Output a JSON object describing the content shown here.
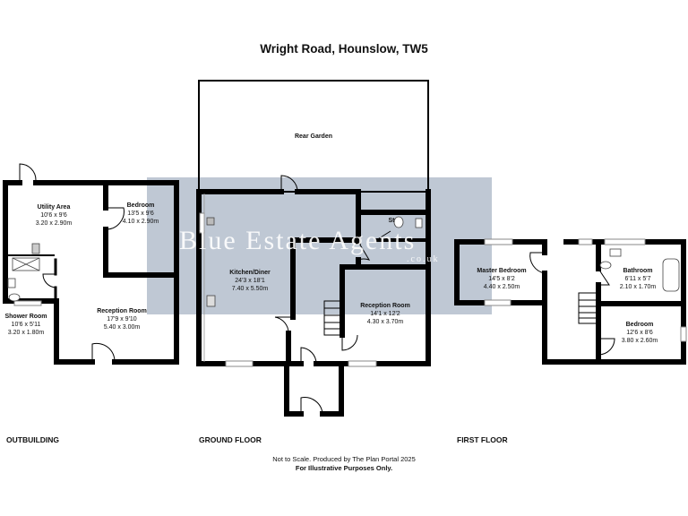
{
  "title": "Wright Road, Hounslow, TW5",
  "watermark": {
    "name": "Blue Estate Agents",
    "domain": ".co.uk",
    "color": "#a9b6c5"
  },
  "floors": {
    "outbuilding": {
      "label": "OUTBUILDING",
      "rooms": [
        {
          "name": "Utility Area",
          "imperial": "10'6 x 9'6",
          "metric": "3.20 x 2.90m"
        },
        {
          "name": "Bedroom",
          "imperial": "13'5 x 9'6",
          "metric": "4.10 x 2.90m"
        },
        {
          "name": "Shower Room",
          "imperial": "10'6 x 5'11",
          "metric": "3.20 x 1.80m"
        },
        {
          "name": "Reception Room",
          "imperial": "17'9 x 9'10",
          "metric": "5.40 x 3.00m"
        }
      ]
    },
    "ground": {
      "label": "GROUND FLOOR",
      "rooms": [
        {
          "name": "Rear Garden"
        },
        {
          "name": "Kitchen/Diner",
          "imperial": "24'3 x 18'1",
          "metric": "7.40 x 5.50m"
        },
        {
          "name": "St"
        },
        {
          "name": "Reception Room",
          "imperial": "14'1 x 12'2",
          "metric": "4.30 x 3.70m"
        }
      ]
    },
    "first": {
      "label": "FIRST FLOOR",
      "rooms": [
        {
          "name": "Master Bedroom",
          "imperial": "14'5 x 8'2",
          "metric": "4.40 x 2.50m"
        },
        {
          "name": "Bathroom",
          "imperial": "6'11 x 5'7",
          "metric": "2.10 x 1.70m"
        },
        {
          "name": "Bedroom",
          "imperial": "12'6 x 8'6",
          "metric": "3.80 x 2.60m"
        }
      ]
    }
  },
  "footer": {
    "line1": "Not to Scale. Produced by The Plan Portal 2025",
    "line2": "For Illustrative Purposes Only."
  }
}
